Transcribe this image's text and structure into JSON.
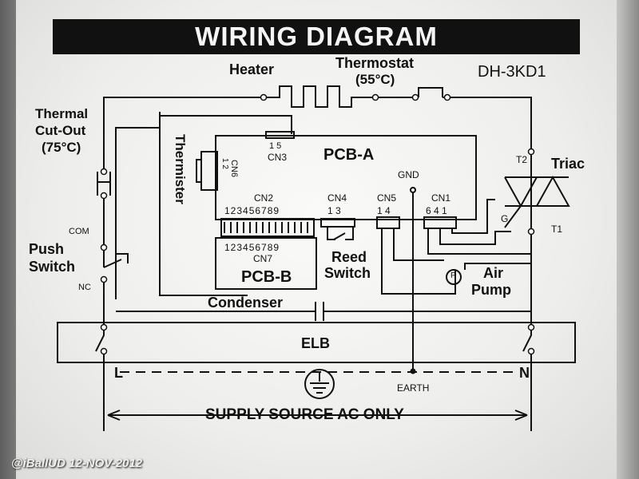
{
  "title": "WIRING DIAGRAM",
  "model": "DH-3KD1",
  "components": {
    "heater": "Heater",
    "thermostat": "Thermostat",
    "thermostat_temp": "(55°C)",
    "thermal_cutout_1": "Thermal",
    "thermal_cutout_2": "Cut-Out",
    "thermal_cutout_3": "(75°C)",
    "thermister": "Thermister",
    "pcb_a": "PCB-A",
    "pcb_b": "PCB-B",
    "triac": "Triac",
    "triac_t2": "T2",
    "triac_t1": "T1",
    "triac_g": "G",
    "push_switch_1": "Push",
    "push_switch_2": "Switch",
    "com": "COM",
    "nc": "NC",
    "reed_switch_1": "Reed",
    "reed_switch_2": "Switch",
    "air_pump_1": "Air",
    "air_pump_2": "Pump",
    "pump_symbol": "P",
    "condenser": "Condenser",
    "elb": "ELB",
    "line": "L",
    "neutral": "N",
    "earth": "EARTH",
    "supply": "SUPPLY SOURCE AC ONLY"
  },
  "connectors": {
    "cn3": "CN3",
    "cn3_pins": "1   5",
    "cn6": "CN6",
    "cn6_pins": "1  2",
    "cn2": "CN2",
    "cn2_pins": "123456789",
    "cn4": "CN4",
    "cn4_pins": "1    3",
    "cn5": "CN5",
    "cn5_pins": "1    4",
    "cn1": "CN1",
    "cn1_pins": "6  4  1",
    "gnd": "GND",
    "cn7": "CN7",
    "cn7_pins": "123456789"
  },
  "watermark": "@iBallUD 12-NOV-2012"
}
